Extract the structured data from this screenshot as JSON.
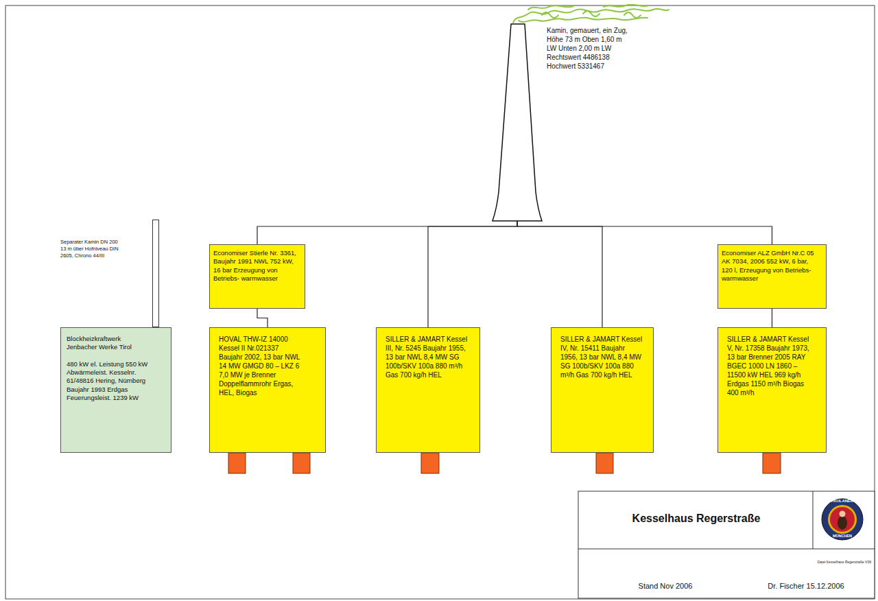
{
  "diagram": {
    "title": "Kesselhaus Regerstraße",
    "nodes": [
      {
        "text": [
          "Kamin, gemauert, ein Zug, Höhe 73 m Oben 1,60 m LW Unten 2,00 m LW Rechtswert 4486138 Hochwert 5331467"
        ]
      },
      {
        "text": [
          "Separater Kamin DN 200 13 m über Hofniveau DIN 2605, Chrono 44/III"
        ]
      },
      {
        "text": [
          "Blockheizkraftwerk Jenbacher Werke Tirol",
          "480 kW el. Leistung 550 kW Abwärmeleist. Kesselnr. 61/48816 Hering, Nürnberg Baujahr 1993 Erdgas Feuerungsleist. 1239 kW"
        ]
      },
      {
        "text": [
          "Economiser Stierle Nr. 3361, Baujahr 1991 NWL 752 kW, 16 bar Erzeugung von Betriebs- warmwasser"
        ]
      },
      {
        "text": [
          "HOVAL THW-IZ 14000 Kessel II Nr.021337 Baujahr 2002, 13 bar NWL 14 MW GMGD 80 – LKZ 6 7,0 MW je Brenner Doppelflammrohr Ergas, HEL, Biogas"
        ]
      },
      {
        "text": [
          "SILLER & JAMART Kessel III, Nr. 5245 Baujahr 1955, 13 bar NWL 8,4 MW SG 100b/SKV 100a 880 m³/h Gas 700 kg/h HEL"
        ]
      },
      {
        "text": [
          "SILLER & JAMART Kessel IV, Nr. 15411 Baujahr 1956, 13 bar NWL 8,4 MW SG 100b/SKV 100a 880 m³/h Gas 700 kg/h HEL"
        ]
      },
      {
        "text": [
          "Economiser ALZ GmbH Nr.C 05 AK 7034, 2006 552 kW, 6 bar, 120 l, Erzeugung von Betriebs- warmwasser"
        ]
      },
      {
        "text": [
          "SILLER & JAMART Kessel V, Nr. 17358 Baujahr 1973, 13 bar Brenner 2005 RAY BGEC 1000 LN 1860 – 11500 kW HEL 969 kg/h Erdgas 1150 m³/h Biogas 400 m³/h"
        ]
      }
    ],
    "edges": [
      {
        "from": 0,
        "to": 3,
        "arrow": "none"
      },
      {
        "from": 0,
        "to": 5,
        "arrow": "none"
      },
      {
        "from": 0,
        "to": 6,
        "arrow": "none"
      },
      {
        "from": 0,
        "to": 7,
        "arrow": "none"
      },
      {
        "from": 3,
        "to": 4,
        "arrow": "none"
      },
      {
        "from": 7,
        "to": 8,
        "arrow": "none"
      }
    ],
    "labels": [
      "PAULANER",
      "MÜNCHEN",
      "Datei Kesselhaus Regerstraße V06",
      "Stand Nov 2006",
      "Dr. Fischer 15.12.2006"
    ]
  }
}
